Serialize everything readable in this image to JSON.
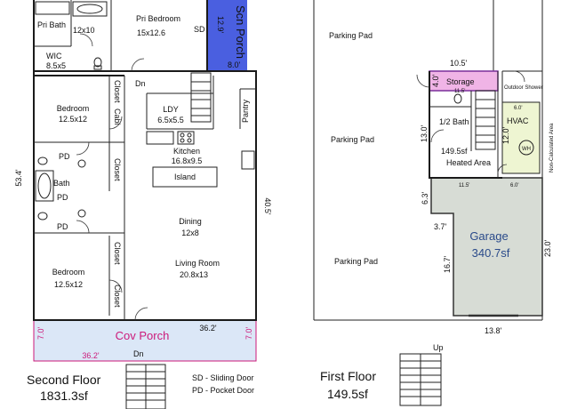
{
  "second_floor": {
    "title": "Second Floor",
    "area": "1831.3sf",
    "rooms": {
      "pri_bath": "Pri Bath",
      "pri_bath_dim": "12x10",
      "wic": "WIC",
      "wic_dim": "8.5x5",
      "pri_bedroom": "Pri Bedroom",
      "pri_bedroom_dim": "15x12.6",
      "sd": "SD",
      "scn_porch": "Scn Porch",
      "scn_porch_dim_v": "12.9'",
      "scn_porch_dim_h": "8.0'",
      "dn_top": "Dn",
      "bedroom1": "Bedroom",
      "bedroom1_dim": "12.5x12",
      "closet1": "Closet",
      "cabi": "Cabi",
      "closet2": "Closet",
      "ldy": "LDY",
      "ldy_dim": "6.5x5.5",
      "pantry": "Pantry",
      "kitchen": "Kitchen",
      "kitchen_dim": "16.8x9.5",
      "island": "Island",
      "pd1": "PD",
      "bath": "Bath",
      "pd2": "PD",
      "pd3": "PD",
      "dim_left": "53.4'",
      "dim_right": "40.5'",
      "dining": "Dining",
      "dining_dim": "12x8",
      "bedroom2": "Bedroom",
      "bedroom2_dim": "12.5x12",
      "closet3": "Closet",
      "closet4": "Closet",
      "living": "Living Room",
      "living_dim": "20.8x13",
      "cov_porch": "Cov Porch",
      "cov_porch_dim_top": "36.2'",
      "cov_porch_dim_bottom": "36.2'",
      "cov_porch_left": "7.0'",
      "cov_porch_right": "7.0'",
      "dn_bottom": "Dn"
    },
    "legend": {
      "sd": "SD - Sliding Door",
      "pd": "PD - Pocket Door"
    }
  },
  "first_floor": {
    "title": "First Floor",
    "area": "149.5sf",
    "parking1": "Parking Pad",
    "parking2": "Parking Pad",
    "parking3": "Parking Pad",
    "storage": "Storage",
    "storage_dim_top": "10.5'",
    "storage_dim_v": "4.0'",
    "storage_dim_h": "11.5'",
    "outdoor_shower": "Outdoor Shower",
    "half_bath": "1/2 Bath",
    "hvac": "HVAC",
    "hvac_dim": "12.0'",
    "hvac_dim_bottom": "6.0'",
    "hvac_dim_top": "6.0'",
    "wh": "WH",
    "non_calc": "Non-Calculated Area",
    "heated_area": "149.5sf",
    "heated_label": "Heated Area",
    "dim_13": "13.0'",
    "dim_115": "11.5'",
    "dim_63": "6.3'",
    "dim_37": "3.7'",
    "garage": "Garage",
    "garage_area": "340.7sf",
    "dim_167": "16.7'",
    "dim_230": "23.0'",
    "dim_138": "13.8'",
    "up": "Up"
  },
  "colors": {
    "scn_porch": "#4a5fe0",
    "cov_porch": "#dbe7f7",
    "cov_porch_text": "#cc1a7a",
    "storage": "#f0b4e6",
    "hvac": "#eef5d2",
    "garage": "#d7dcd5",
    "dimension": "#1a1a1a"
  }
}
